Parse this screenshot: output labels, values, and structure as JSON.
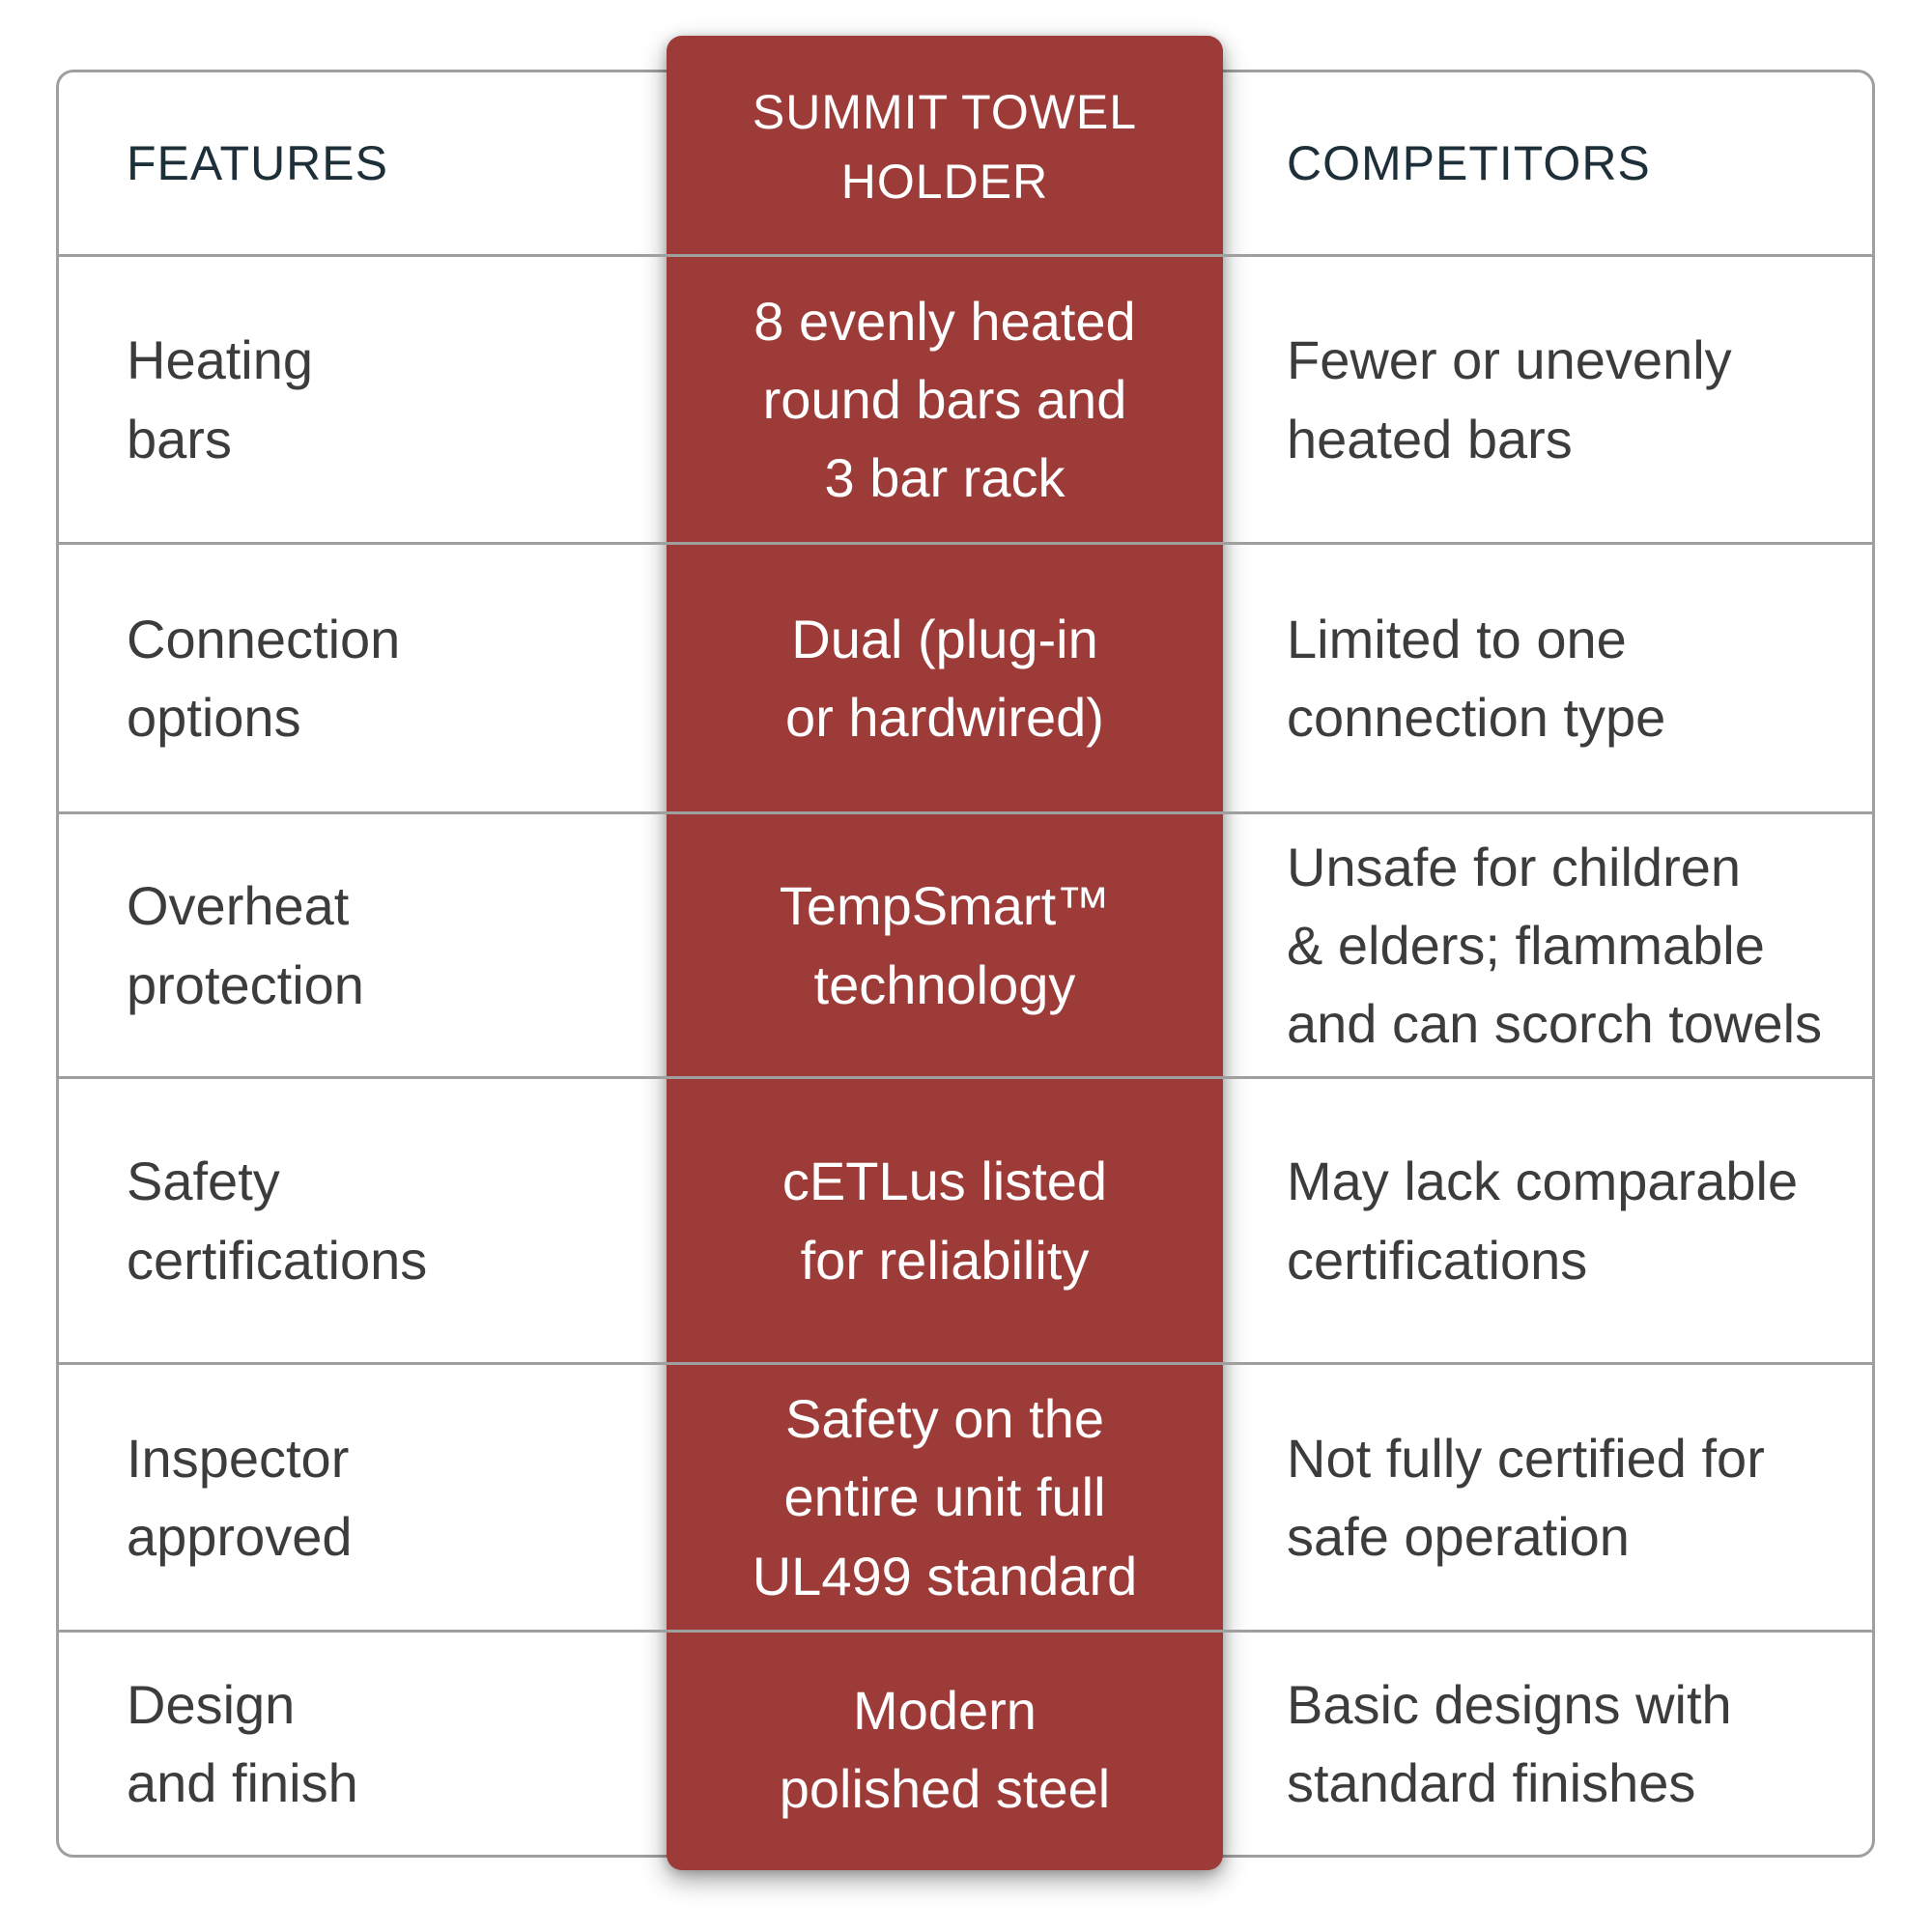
{
  "colors": {
    "accent": "#9d3b38",
    "header_text": "#1d3039",
    "body_text": "#3c3c3c",
    "divider": "#9f9f9f",
    "product_text": "#ffffff",
    "background": "#ffffff"
  },
  "table": {
    "header": {
      "features": "FEATURES",
      "product": "SUMMIT TOWEL\nHOLDER",
      "competitors": "COMPETITORS"
    },
    "rows": [
      {
        "feature": "Heating\nbars",
        "product": "8 evenly heated\nround bars and\n3 bar rack",
        "competitor": "Fewer or unevenly\nheated bars"
      },
      {
        "feature": "Connection\noptions",
        "product": "Dual (plug-in\nor hardwired)",
        "competitor": "Limited to one\nconnection type"
      },
      {
        "feature": "Overheat\nprotection",
        "product": "TempSmart™\ntechnology",
        "competitor": "Unsafe for children\n& elders; flammable\nand can scorch towels"
      },
      {
        "feature": "Safety\ncertifications",
        "product": "cETLus listed\nfor reliability",
        "competitor": "May lack comparable\ncertifications"
      },
      {
        "feature": "Inspector\napproved",
        "product": "Safety on the\nentire unit full\nUL499 standard",
        "competitor": "Not fully certified for\nsafe operation"
      },
      {
        "feature": "Design\nand finish",
        "product": "Modern\npolished steel",
        "competitor": "Basic designs with\nstandard finishes"
      }
    ]
  },
  "chart_data": {
    "type": "table",
    "title": "Summit Towel Holder vs Competitors feature comparison",
    "columns": [
      "FEATURES",
      "SUMMIT TOWEL HOLDER",
      "COMPETITORS"
    ],
    "rows": [
      [
        "Heating bars",
        "8 evenly heated round bars and 3 bar rack",
        "Fewer or unevenly heated bars"
      ],
      [
        "Connection options",
        "Dual (plug-in or hardwired)",
        "Limited to one connection type"
      ],
      [
        "Overheat protection",
        "TempSmart™ technology",
        "Unsafe for children & elders; flammable and can scorch towels"
      ],
      [
        "Safety certifications",
        "cETLus listed for reliability",
        "May lack comparable certifications"
      ],
      [
        "Inspector approved",
        "Safety on the entire unit full UL499 standard",
        "Not fully certified for safe operation"
      ],
      [
        "Design and finish",
        "Modern polished steel",
        "Basic designs with standard finishes"
      ]
    ],
    "layout_hints": {
      "highlighted_column": "SUMMIT TOWEL HOLDER",
      "highlight_color": "#9d3b38",
      "grid": "horizontal dividers only"
    }
  }
}
